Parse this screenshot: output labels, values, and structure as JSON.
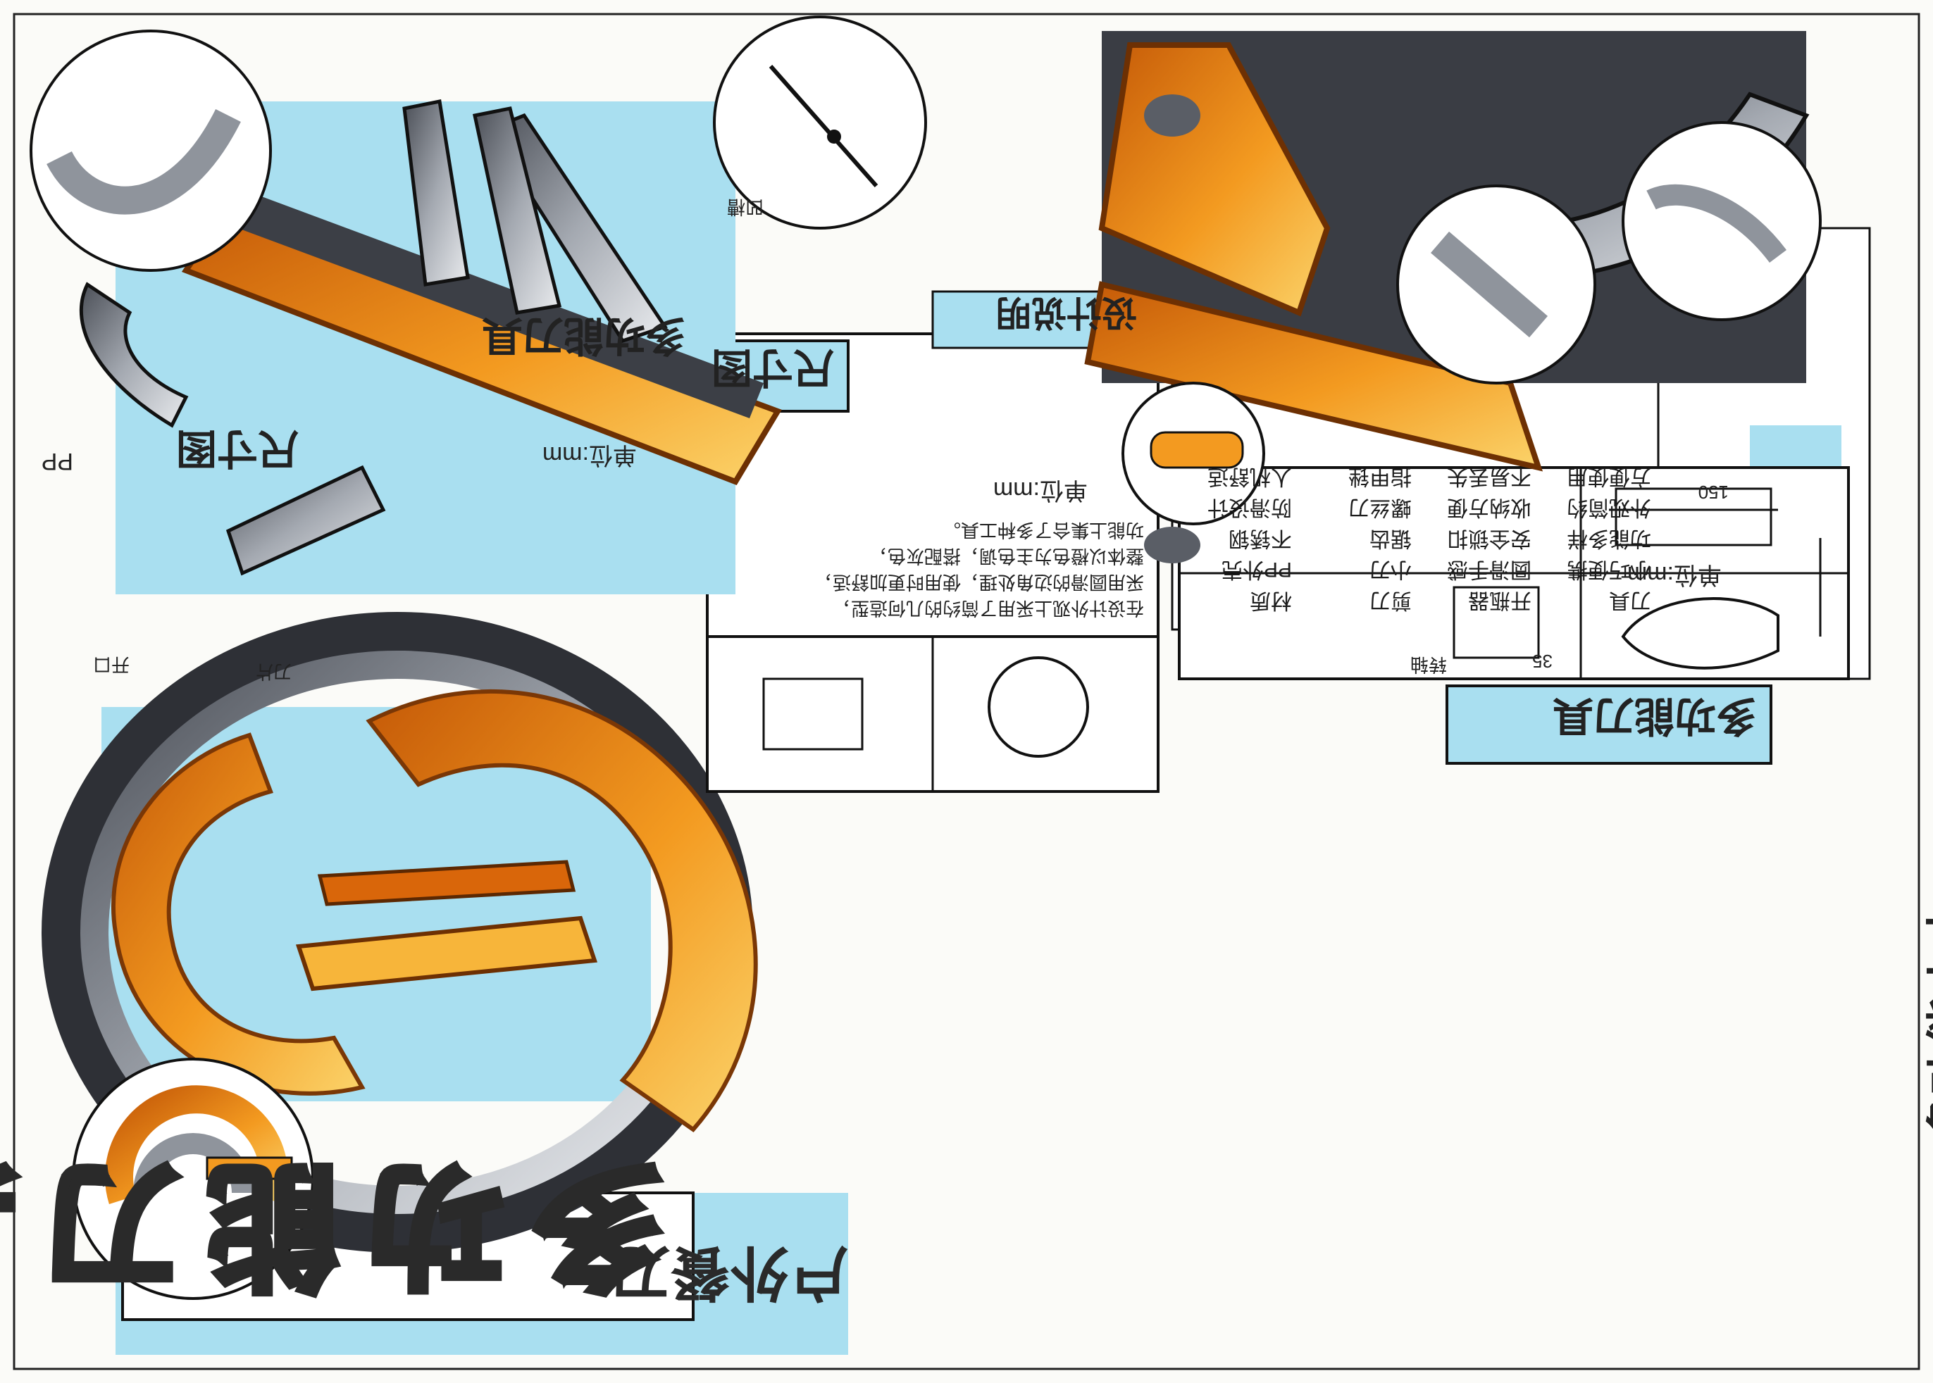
{
  "title": "多功能刀具",
  "subtitle": "户外餐刀",
  "side_note": "多功能小夹",
  "section_titles": {
    "design_notes": "设计说明",
    "size_diagram_top": "尺寸图",
    "size_diagram_mid": "尺寸图",
    "multi_knife_left": "多功能刀具",
    "multi_knife_right": "多功能刀具"
  },
  "units": {
    "unit_a": "单位:mm",
    "unit_b": "单位:mm",
    "unit_c": "单位:mm"
  },
  "dimensions": {
    "length": "150",
    "width": "35"
  },
  "callouts": {
    "pp": "PP",
    "opening": "开口",
    "blade": "刀片",
    "groove": "凹槽",
    "hinge": "转轴"
  },
  "design_note_lines": [
    "在设计外观上采用了简约的几何造型，",
    "采用圆滑的边角处理，使用时更加舒适，",
    "整体以橙色为主色调，搭配灰色，",
    "功能上集合了多种工具。"
  ],
  "feature_columns": [
    [
      "刀具",
      "小巧便携",
      "功能多样",
      "外观简约",
      "方便使用"
    ],
    [
      "开瓶器",
      "圆滑手感",
      "安全锁扣",
      "收纳方便",
      "不易丢失"
    ],
    [
      "剪刀",
      "小刀",
      "锯齿",
      "螺丝刀",
      "指甲锉"
    ],
    [
      "材质",
      "PP外壳",
      "不锈钢",
      "防滑设计",
      "人机舒适"
    ]
  ],
  "colors": {
    "orange": "#f08a1a",
    "orange_light": "#f7b53a",
    "grey": "#8f949c",
    "dark": "#3a3d44",
    "blue_marker": "#a9dff0",
    "paper": "#fbfbf8"
  }
}
